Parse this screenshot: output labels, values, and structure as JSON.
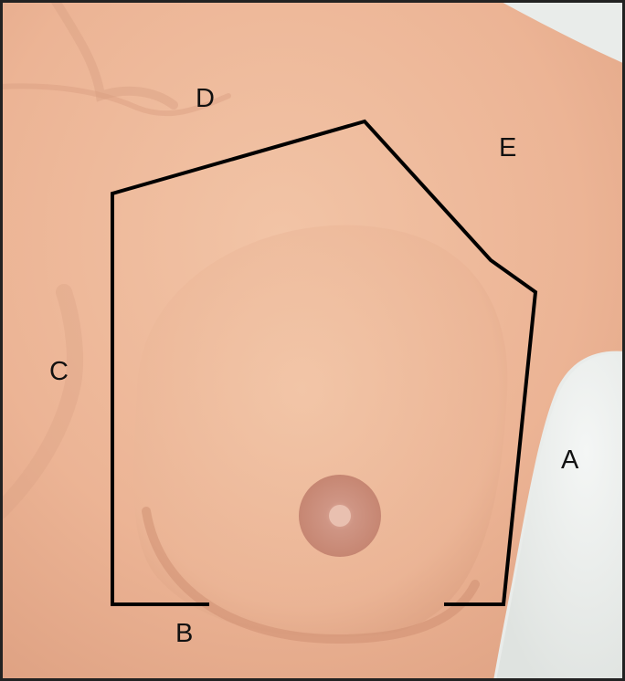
{
  "labels": {
    "a": "A",
    "b": "B",
    "c": "C",
    "d": "D",
    "e": "E"
  },
  "colors": {
    "skin": "#edb89a",
    "skin_shadow": "#d89b7c",
    "areola": "#c98a78",
    "background": "#e9ecea",
    "outline": "#000000"
  }
}
